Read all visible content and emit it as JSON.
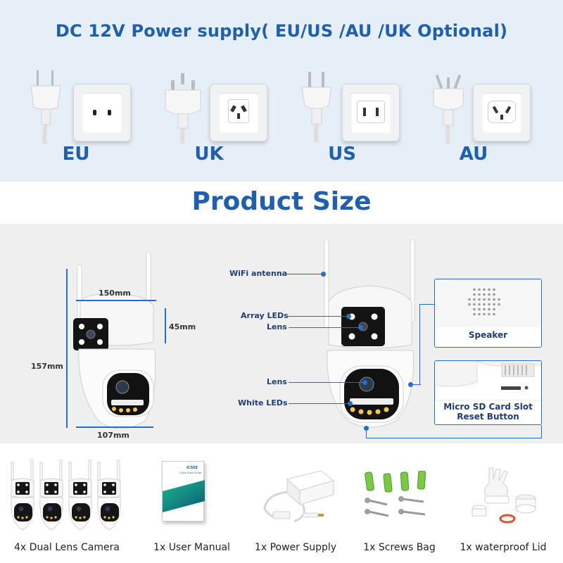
{
  "power": {
    "title": "DC 12V Power supply( EU/US /AU /UK Optional)",
    "plugs": [
      {
        "label": "EU",
        "icon": "eu-plug-icon"
      },
      {
        "label": "UK",
        "icon": "uk-plug-icon"
      },
      {
        "label": "US",
        "icon": "us-plug-icon"
      },
      {
        "label": "AU",
        "icon": "au-plug-icon"
      }
    ]
  },
  "size": {
    "title": "Product Size",
    "dimensions": {
      "width_top": "150mm",
      "height_head": "45mm",
      "height_total": "157mm",
      "width_bottom": "107mm"
    },
    "callouts": {
      "wifi": "WiFi antenna",
      "array_leds": "Array LEDs",
      "lens_top": "Lens",
      "lens_bottom": "Lens",
      "white_leds": "White LEDs"
    },
    "insets": {
      "speaker": "Speaker",
      "sd_slot": "Micro SD Card Slot",
      "reset": "Reset Button"
    }
  },
  "package": {
    "items": [
      {
        "label": "4x Dual Lens Camera"
      },
      {
        "label": "1x User Manual"
      },
      {
        "label": "1x Power Supply"
      },
      {
        "label": "1x Screws Bag"
      },
      {
        "label": "1x waterproof Lid"
      }
    ],
    "manual_brand": "ICSEE",
    "manual_subtitle": "Quick Start Guide"
  },
  "colors": {
    "accent": "#1f5fb0",
    "callout_line": "#1f6fd0"
  }
}
